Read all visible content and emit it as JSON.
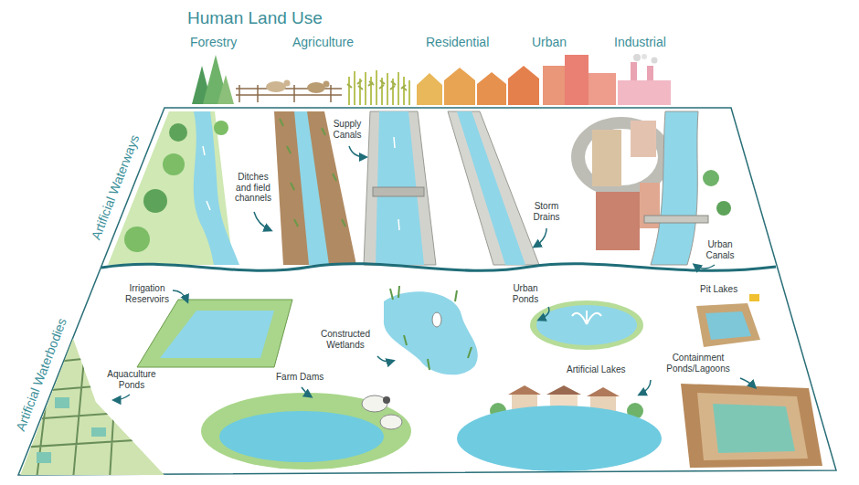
{
  "diagram": {
    "title": "Human Land Use",
    "labels": [
      "Forestry",
      "Agriculture",
      "Residential",
      "Urban",
      "Industrial",
      "Artificial Waterways",
      "Ditches and field channels",
      "Supply Canals",
      "Storm Drains",
      "Urban Canals",
      "Artificial Waterbodies",
      "Irrigation Reservoirs",
      "Aquaculture Ponds",
      "Farm Dams",
      "Constructed Wetlands",
      "Urban Ponds",
      "Artificial Lakes",
      "Pit Lakes",
      "Containment Ponds/Lagoons"
    ]
  }
}
